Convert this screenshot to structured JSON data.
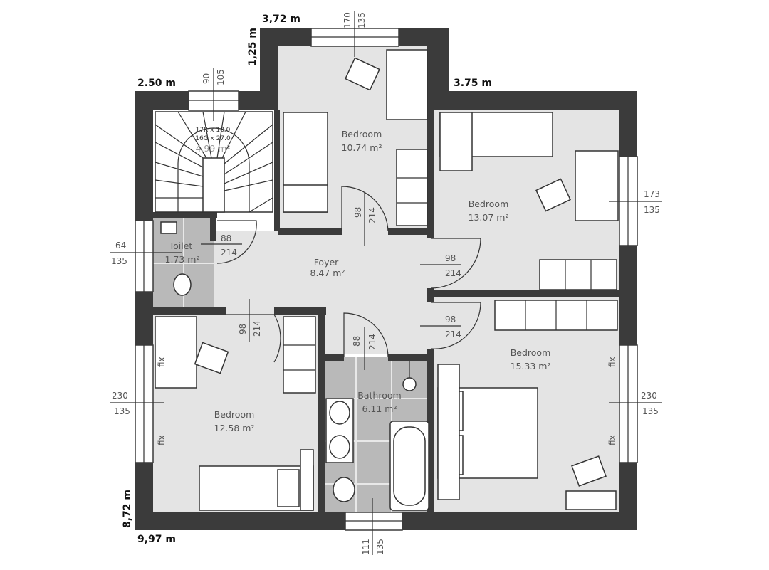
{
  "exterior": {
    "top_mid": "3,72 m",
    "top_mid_side": "1,25 m",
    "top_left": "2.50 m",
    "top_right": "3.75 m",
    "left_height": "8,72 m",
    "bottom_width": "9,97 m"
  },
  "rooms": {
    "bedroom_top": {
      "name": "Bedroom",
      "area": "10.74 m²"
    },
    "bedroom_right_top": {
      "name": "Bedroom",
      "area": "13.07 m²"
    },
    "toilet": {
      "name": "Toilet",
      "area": "1.73 m²"
    },
    "foyer": {
      "name": "Foyer",
      "area": "8.47 m²"
    },
    "bedroom_left": {
      "name": "Bedroom",
      "area": "12.58 m²"
    },
    "bathroom": {
      "name": "Bathroom",
      "area": "6.11 m²"
    },
    "bedroom_right_bottom": {
      "name": "Bedroom",
      "area": "15.33 m²"
    },
    "stairs": {
      "risers": "17R x 18.0",
      "goings": "16G x 27.0",
      "area": "4.99 m²"
    }
  },
  "windows": {
    "top": [
      "170",
      "135"
    ],
    "stairs": [
      "90",
      "105"
    ],
    "right_top": [
      "173",
      "135"
    ],
    "toilet": [
      "64",
      "135"
    ],
    "left": [
      "230",
      "135"
    ],
    "right_bottom": [
      "230",
      "135"
    ],
    "bottom": [
      "111",
      "135"
    ]
  },
  "doors": {
    "toilet": [
      "88",
      "214"
    ],
    "bedroom_top": [
      "98",
      "214"
    ],
    "bedroom_right_top": [
      "98",
      "214"
    ],
    "bedroom_right_bottom": [
      "98",
      "214"
    ],
    "bedroom_left": [
      "98",
      "214"
    ],
    "bathroom": [
      "88",
      "214"
    ]
  },
  "fixed_label": "fix"
}
